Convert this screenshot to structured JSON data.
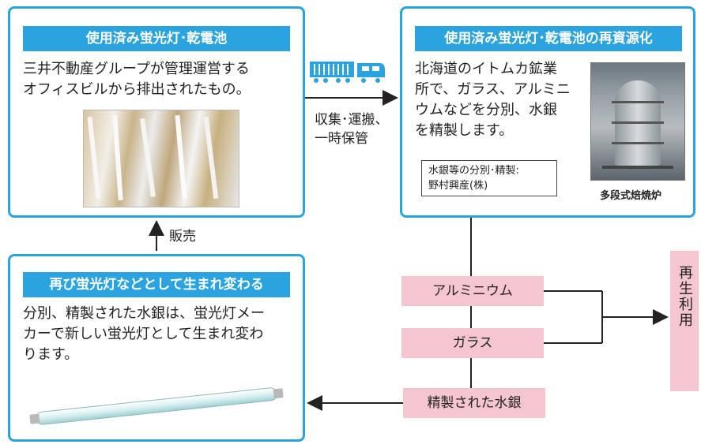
{
  "box1": {
    "title": "使用済み蛍光灯･乾電池",
    "text_lines": [
      "三井不動産グループが管理運営する",
      "オフィスビルから排出されたもの。"
    ]
  },
  "box2": {
    "title": "使用済み蛍光灯･乾電池の再資源化",
    "text_lines": [
      "北海道のイトムカ鉱業",
      "所で、ガラス、アルミニ",
      "ウムなどを分別、水銀",
      "を精製します。"
    ],
    "note_lines": [
      "水銀等の分別･精製:",
      "野村興産(株)"
    ],
    "photo_caption": "多段式焙焼炉"
  },
  "box3": {
    "title": "再び蛍光灯などとして生まれ変わる",
    "text_lines": [
      "分別、精製された水銀は、蛍光灯メー",
      "カーで新しい蛍光灯として生まれ変わ",
      "ります。"
    ]
  },
  "transport_label_lines": [
    "収集･運搬、",
    "一時保管"
  ],
  "sale_label": "販売",
  "materials": [
    "アルミニウム",
    "ガラス",
    "精製された水銀"
  ],
  "reuse_label": "再生利用",
  "colors": {
    "accent": "#2aa3df",
    "material_fill": "#f5c6cf",
    "train": "#2aa3df"
  },
  "icons": [
    "train-icon",
    "fluorescent-tubes-photo",
    "roasting-furnace-photo",
    "fluorescent-tube-image"
  ]
}
